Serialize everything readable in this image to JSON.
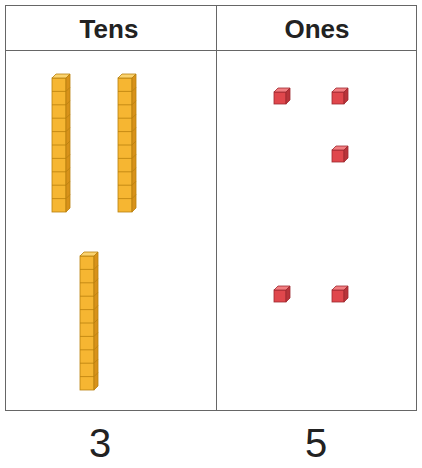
{
  "diagram": {
    "labels": [
      "Tens",
      "Ones",
      "3",
      "5"
    ]
  }
}
